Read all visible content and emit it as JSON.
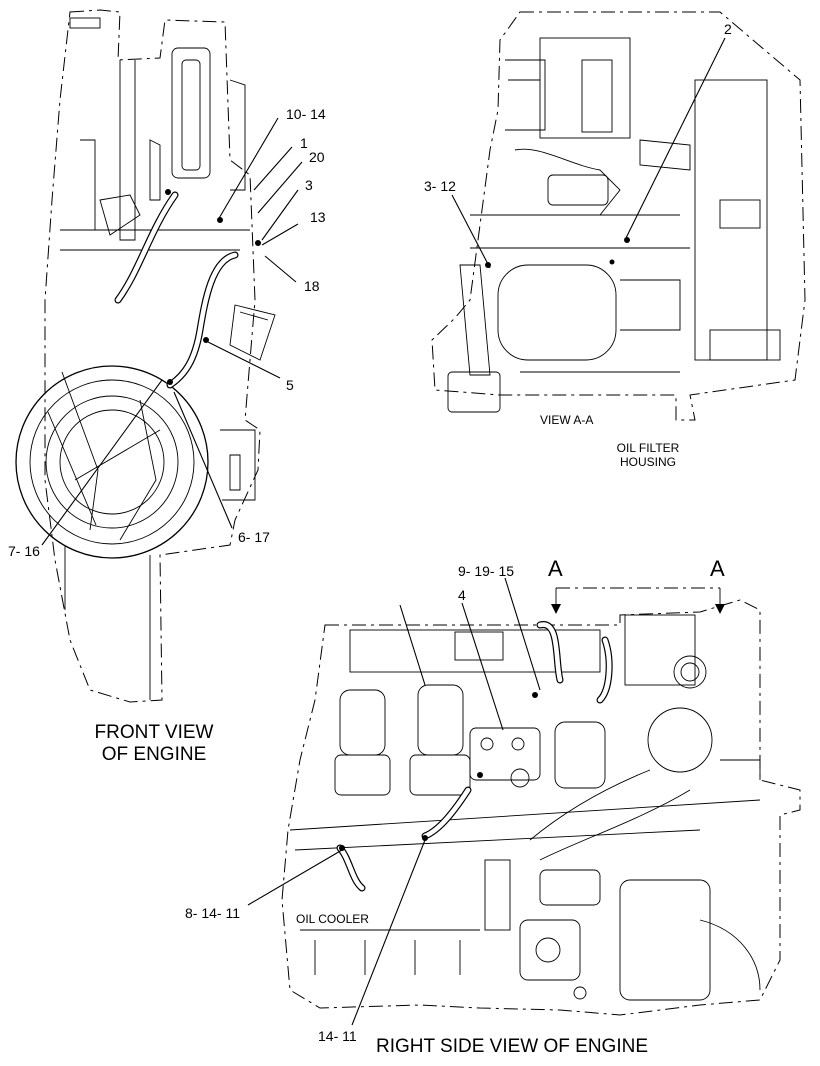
{
  "front_view": {
    "caption_line1": "FRONT VIEW",
    "caption_line2": "OF ENGINE",
    "callouts": {
      "c10_14": "10- 14",
      "c1": "1",
      "c20": "20",
      "c3": "3",
      "c13": "13",
      "c18": "18",
      "c5": "5",
      "c7_16": "7- 16",
      "c6_17": "6- 17"
    }
  },
  "view_aa": {
    "label": "VIEW A-A",
    "housing_line1": "OIL FILTER",
    "housing_line2": "HOUSING",
    "callouts": {
      "c2": "2",
      "c3_12": "3- 12"
    }
  },
  "right_view": {
    "caption": "RIGHT SIDE VIEW OF ENGINE",
    "oil_cooler": "OIL COOLER",
    "section_left": "A",
    "section_right": "A",
    "callouts": {
      "c9_19_15": "9- 19- 15",
      "c4": "4",
      "c8_14_11": "8- 14- 11",
      "c14_11": "14- 11"
    }
  }
}
